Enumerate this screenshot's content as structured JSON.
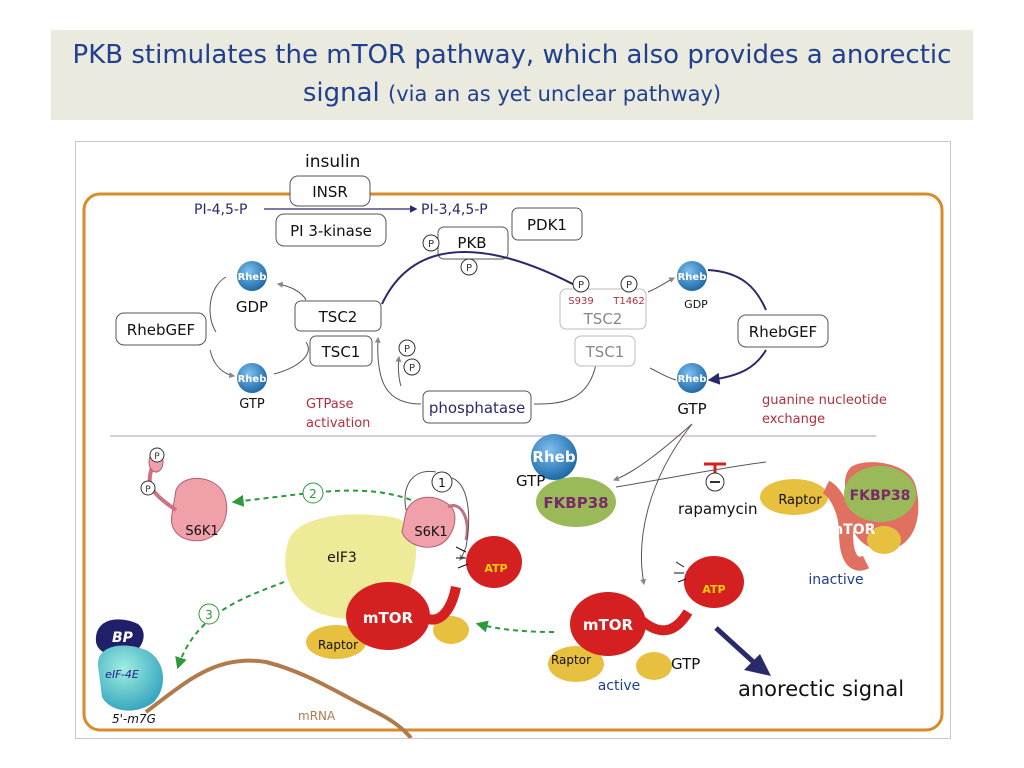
{
  "slide": {
    "title_line1": "PKB stimulates the mTOR pathway, which also provides a anorectic",
    "title_line2_main": "signal",
    "title_line2_paren": "(via an as yet unclear pathway)"
  },
  "diagram": {
    "insulin": "insulin",
    "insr": "INSR",
    "pi45p": "PI-4,5-P",
    "pi3kinase": "PI 3-kinase",
    "pi345p": "PI-3,4,5-P",
    "pdk1": "PDK1",
    "pkb": "PKB",
    "p": "P",
    "rheb": "Rheb",
    "gdp": "GDP",
    "gtp": "GTP",
    "rhebgef": "RhebGEF",
    "tsc2": "TSC2",
    "tsc1": "TSC1",
    "s939": "S939",
    "t1462": "T1462",
    "phosphatase": "phosphatase",
    "gtpase_activation_1": "GTPase",
    "gtpase_activation_2": "activation",
    "guanine_1": "guanine nucleotide",
    "guanine_2": "exchange",
    "fkbp38": "FKBP38",
    "rapamycin": "rapamycin",
    "raptor": "Raptor",
    "mtor": "mTOR",
    "inactive": "inactive",
    "active": "active",
    "atp": "ATP",
    "eif3": "eIF3",
    "s6k1": "S6K1",
    "step1": "1",
    "step2": "2",
    "step3": "3",
    "bp": "BP",
    "eif4e": "eIF-4E",
    "m7g": "5'-m7G",
    "mrna": "mRNA",
    "anorectic": "anorectic signal"
  },
  "colors": {
    "title_text": "#1f3f8f",
    "title_bg": "#ebeadf",
    "cell_border": "#d98a2a",
    "arrow_navy": "#2a2a6a",
    "red_label": "#b03040",
    "green_dash": "#2a9a3a",
    "mtor_red": "#d42020",
    "raptor_yellow": "#e8c040",
    "fkbp_green": "#9aba5a",
    "s6k1_pink": "#f0a0a8",
    "eif3_yellow": "#eeeb98",
    "rheb_blue": "#3a8ac8"
  }
}
